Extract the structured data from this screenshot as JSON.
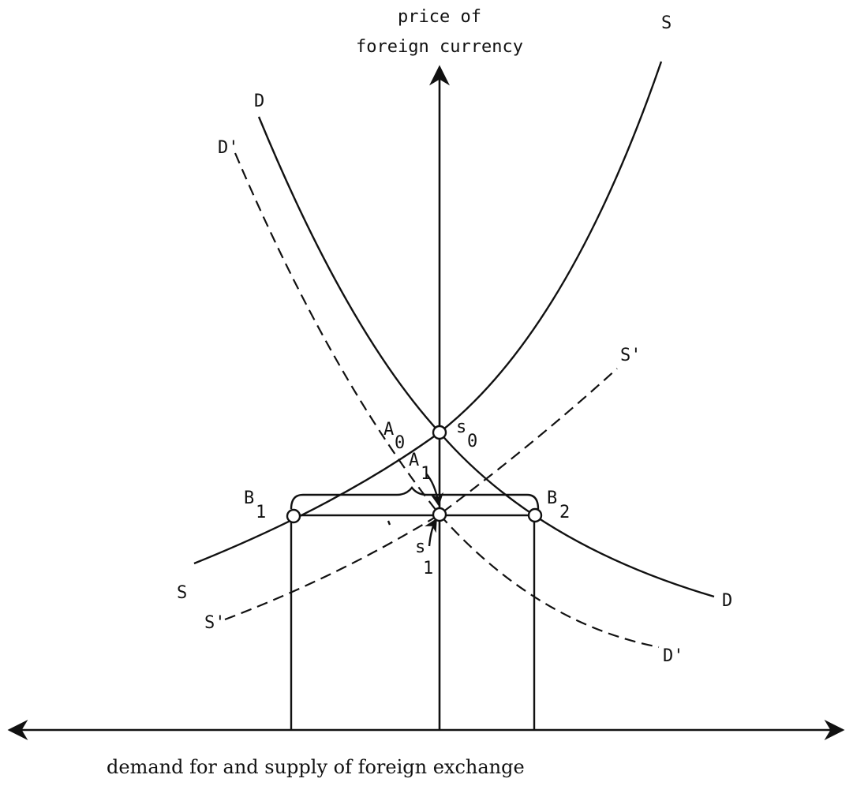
{
  "axes": {
    "y_title_line1": "price of",
    "y_title_line2": "foreign currency",
    "x_title": "demand for and supply of foreign exchange"
  },
  "curves": {
    "supply": "S",
    "supply_shifted": "S'",
    "demand": "D",
    "demand_shifted": "D'"
  },
  "points": {
    "s0": {
      "base": "s",
      "sub": "0"
    },
    "s1": {
      "base": "s",
      "sub": "1"
    },
    "A0": {
      "base": "A",
      "sub": "0"
    },
    "A1": {
      "base": "A",
      "sub": "1"
    },
    "B1": {
      "base": "B",
      "sub": "1"
    },
    "B2": {
      "base": "B",
      "sub": "2"
    }
  }
}
